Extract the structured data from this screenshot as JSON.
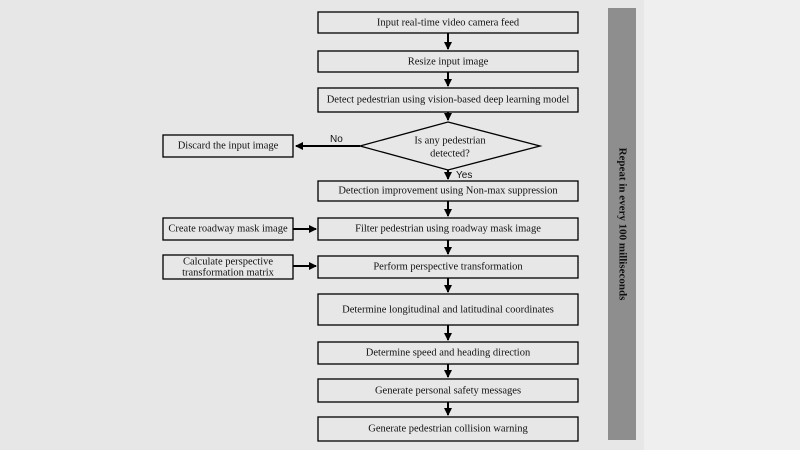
{
  "flowchart": {
    "steps": {
      "input_feed": "Input real-time video camera feed",
      "resize": "Resize input image",
      "detect": "Detect pedestrian using vision-based deep learning model",
      "decision_line1": "Is any pedestrian",
      "decision_line2": "detected?",
      "discard": "Discard the input image",
      "nms": "Detection improvement using Non-max suppression",
      "mask_input": "Create roadway mask image",
      "filter": "Filter pedestrian using roadway mask image",
      "perspective_matrix_line1": "Calculate perspective",
      "perspective_matrix_line2": "transformation matrix",
      "perspective": "Perform perspective transformation",
      "coordinates": "Determine longitudinal and latitudinal coordinates",
      "speed": "Determine speed and heading direction",
      "psm": "Generate personal safety messages",
      "warning": "Generate  pedestrian collision warning"
    },
    "edge_labels": {
      "no": "No",
      "yes": "Yes"
    },
    "side_label": "Repeat in every 100 milliseconds"
  }
}
